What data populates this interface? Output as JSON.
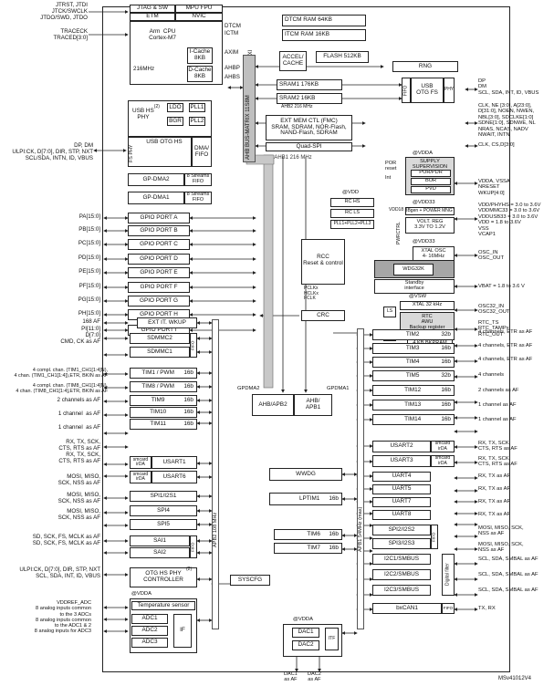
{
  "left_signals": {
    "jtag": "JTRST, JTDI\nJTCK/SWCLK\nJTDO/SWD, JTDO",
    "trace": "TRACECK\nTRACED[3:0]",
    "usbfs": "DP, DM\nULPI:CK, D[7:0], DIR, STP, NXT\nSCL/SDA, INTN, ID, VBUS",
    "pa": "PA[15:0]",
    "pb": "PB[15:0]",
    "pc": "PC[15:0]",
    "pd": "PD[15:0]",
    "pe": "PE[15:0]",
    "pf": "PF[15:0]",
    "pg": "PG[15:0]",
    "ph": "PH[15:0]",
    "pi": "PI[11:0]",
    "exti": "168 AF",
    "sdmmc": "D[7:0]\nCMD, CK as AF",
    "tim1": "4 compl. chan. (TIM1_CH1[1:4]N),\n4 chan. (TIM1_CH1[1:4]),ETR, BKIN as AF",
    "tim8": "4 compl. chan. (TIM8_CH1[1:4]N),\n4 chan. (TIM8_CH1[1:4],ETR, BKIN as AF",
    "tim9": "2 channels as AF",
    "tim10": "1 channel  as AF",
    "tim11": "1 channel  as AF",
    "usart": "RX, TX, SCK,\nCTS, RTS as AF\nRX, TX, SCK,\nCTS, RTS as AF",
    "spi1": "MOSI, MISO,\nSCK, NSS as AF",
    "spi4": "MOSI, MISO,\nSCK, NSS as AF",
    "spi5": "MOSI, MISO,\nSCK, NSS as AF",
    "sai": "SD, SCK, FS, MCLK as AF\nSD, SCK, FS, MCLK as AF",
    "otghs": "ULPI:CK, D[7:0], DIR, STP, NXT\nSCL, SDA, INT, ID, VBUS",
    "adc": "VDDREF_ADC\n8 analog inputs common\nto the 3 ADCs\n8 analog inputs common\nto the ADC1 & 2\n8 analog inputs for ADC3"
  },
  "core": {
    "jtag_sw": "JTAG & SW",
    "mpu_fpu": "MPU FPU",
    "etm": "ETM",
    "nvic": "NVIC",
    "cpu": "Arm  CPU\nCortex-M7",
    "freq": "216MHz",
    "icache": "I-Cache\n8KB",
    "dcache": "D-Cache\n8KB",
    "dtcm": "DTCM",
    "itcm": "ICTM",
    "axim": "AXIM",
    "ahbp": "AHBP",
    "ahbs": "AHBS"
  },
  "memory": {
    "dtcm_ram": "DTCM RAM 64KB",
    "itcm_ram": "ITCM RAM 16KB",
    "accel": "ACCEL/\nCACHE",
    "flash": "FLASH 512KB",
    "ahb2axi": "AHB2AXI",
    "sram1": "SRAM1 176KB",
    "sram2": "SRAM2 16KB",
    "ahb2": "AHB2 216 MHz",
    "fmc": "EXT MEM CTL (FMC)\nSRAM, SDRAM, NOR-Flash,\nNAND-Flash, SDRAM",
    "qspi": "Quad-SPI"
  },
  "bus": {
    "matrix": "AHB BUS-MATRIX 11S8M",
    "ahb1": "AHB1 216 MHz"
  },
  "usbhs": {
    "usbhs_phy": "USB HS\nPHY",
    "sup": "(2)",
    "ldo": "LDO",
    "pll1": "PLL1",
    "bgr": "BGR",
    "pll2": "PLL2",
    "otghs": "USB OTG HS",
    "fsphy": "FS PHY",
    "dma_fifo": "DMA/\nFIFO"
  },
  "dma": {
    "gpdma2": "GP-DMA2",
    "gpdma1": "GP-DMA1",
    "streams": "8 Streams\nFIFO"
  },
  "gpio": [
    "GPIO PORT A",
    "GPIO PORT B",
    "GPIO PORT C",
    "GPIO PORT D",
    "GPIO PORT E",
    "GPIO PORT F",
    "GPIO PORT G",
    "GPIO PORT H",
    "GPIO PORT I"
  ],
  "rcc": {
    "label": "RCC\nReset & control",
    "clocks": "PCLKx\nHCLKx\nFCLK",
    "crc": "CRC"
  },
  "right_top": {
    "rng": "RNG",
    "fifo": "FIFO",
    "usbfs": "USB\nOTG FS",
    "phy": "PHY",
    "usbfs_sig": "DP\nDM\nSCL, SDA, INT, ID, VBUS",
    "fmc_sig": "CLK, NE [3:0], A[23:0],\nD[31:0], NOEN, NWEN,\nNBL[3:0], SDCLKE[1:0]\nSDNE[1:0], SDNWE, NL\nNRAS, NCAS, NADV\nNWAIT, INTN",
    "qspi_sig": "CLK, CS,D[3:0]"
  },
  "power": {
    "vdda1": "@VDDA",
    "por_rst": "POR\nreset",
    "int": "Int",
    "supervision": "SUPPLY\nSUPERVISION",
    "pordpr": "POR/PDR",
    "bor": "BOR",
    "pvd": "PVD",
    "supply_sig": "VDDA, VSSA\nNRESET\nWKUP[4:0]",
    "vdd": "@VDD",
    "rc_hs": "RC HS",
    "rc_ls": "RC LS",
    "plls": "PLL1+PLL2+PLL3",
    "vdd33": "@VDD33",
    "bbgen": "BBgen + POWER MNGT",
    "vdd18": "VDD18",
    "volt": "VOLT. REG\n3.3V TO 1.2V",
    "pwr": "PWRCTRL",
    "volt_sig": "VDD/PHYHS = 3.0 to 3.6V\nVDDMMC33 = 3.0 to 3.6V\nVDDUSB33 = 3.0 to 3.6V\nVDD = 1.8 to 3.6V\nVSS\nVCAP1",
    "vdd33b": "@VDD33",
    "xtal": "XTAL OSC\n4- 16MHz",
    "osc_sig": "OSC_IN\nOSC_OUT",
    "wdg": "WDG32K",
    "standby": "Standby\ninterface",
    "vbat_sig": "VBAT = 1.8 to 3.6 V",
    "vsw": "@VSW",
    "xtal32": "XTAL 32 kHz",
    "osc32_sig": "OSC32_IN\nOSC32_OUT",
    "rtc": "RTC\nAWU\nBackup register",
    "bkpram": "4 KB BKPRAM",
    "ls": "LS",
    "rtc_sig": "RTC_TS\nRTC_TAMPx\nRTC_OUT"
  },
  "apb2": {
    "exti": "EXT IT. WKUP",
    "sdmmc2": "SDMMC2",
    "sdmmc1": "SDMMC1",
    "fifo": "FIFO",
    "tim1": "TIM1 / PWM",
    "tim8": "TIM8 / PWM",
    "tim9": "TIM9",
    "tim10": "TIM10",
    "tim11": "TIM11",
    "b16": "16b",
    "smartcard": "smcard\nirDA",
    "usart1": "USART1",
    "usart6": "USART6",
    "spi1": "SPI1/I2S1",
    "spi4": "SPI4",
    "spi5": "SPI5",
    "sai1": "SAI1",
    "sai2": "SAI2",
    "otg": "OTG HS PHY\nCONTROLLER",
    "otg_sup": "(2)",
    "syscfg": "SYSCFG",
    "vdda": "@VDDA",
    "temp": "Temperature sensor",
    "adc1": "ADC1",
    "adc2": "ADC2",
    "adc3": "ADC3",
    "if": "IF",
    "apb2bus": "APB2 108 MHz"
  },
  "bridges": {
    "gpdma2": "GPDMA2",
    "gpdma1": "GPDMA1",
    "ahbapb2": "AHB/APB2",
    "ahbapb1": "AHB/\nAPB1"
  },
  "apb1": {
    "wwdg": "WWDG",
    "lptim1": "LPTIM1",
    "b16": "16b",
    "tim6": "TIM6",
    "tim7": "TIM7",
    "vdda": "@VDDA",
    "dac1": "DAC1",
    "dac2": "DAC2",
    "itf": "ITF",
    "dac_sig": "DAC1\nas AF",
    "dac2_sig": "DAC2\nas AF",
    "apb1bus": "APB1 54MHz (max)",
    "timers": [
      "TIM2",
      "TIM3",
      "TIM4",
      "TIM5",
      "TIM12",
      "TIM13",
      "TIM14"
    ],
    "timer_bits": [
      "32b",
      "16b",
      "16b",
      "32b",
      "16b",
      "16b",
      "16b"
    ],
    "timer_sig": [
      "4 channels, ETR as AF",
      "4 channels, ETR as AF",
      "4 channels, ETR as AF",
      "4 channels",
      "2 channels as AF",
      "1 channel as AF",
      "1 channel as AF"
    ],
    "usart2": "USART2",
    "usart3": "USART3",
    "uart4": "UART4",
    "uart5": "UART5",
    "uart7": "UART7",
    "uart8": "UART8",
    "smcard": "smcard\nirDA",
    "usart_sig": [
      "RX, TX, SCK,\nCTS, RTS as AF",
      "RX, TX, SCK,\nCTS, RTS as AF",
      "RX, TX as AF",
      "RX, TX as AF",
      "RX, TX as AF",
      "RX, TX as AF"
    ],
    "spi2": "SPI2/I2S2",
    "spi3": "SPI3/I2S3",
    "spi_sig": [
      "MOSI, MISO, SCK,\nNSS as AF",
      "MOSI, MISO, SCK,\nNSS as AF"
    ],
    "i2c1": "I2C1/SMBUS",
    "i2c2": "I2C2/SMBUS",
    "i2c3": "I2C3/SMBUS",
    "digfilter": "Digital filter",
    "i2c_sig": [
      "SCL, SDA, SMBAL as AF",
      "SCL, SDA, SMBAL as AF",
      "SCL, SDA, SMBAL as AF"
    ],
    "can1": "bxCAN1",
    "can_sig": "TX, RX"
  },
  "footer": "MSv41012V4"
}
